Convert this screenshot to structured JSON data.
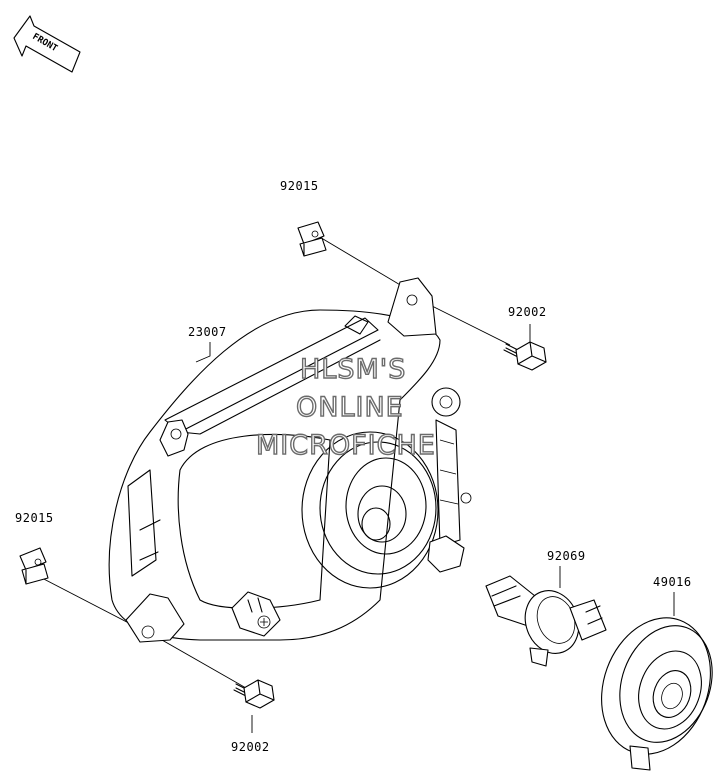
{
  "direction_marker": {
    "text": "FRONT",
    "icon": "front-arrow-icon"
  },
  "watermark": {
    "lines": [
      "HLSM'S",
      "ONLINE",
      "MICROFICHE"
    ],
    "color": "#6b6b6b"
  },
  "parts": {
    "clip_nut_upper": {
      "number": "92015"
    },
    "bolt_upper": {
      "number": "92002"
    },
    "headlight_housing": {
      "number": "23007"
    },
    "clip_nut_lower": {
      "number": "92015"
    },
    "bolt_lower": {
      "number": "92002"
    },
    "bulb": {
      "number": "92069"
    },
    "bulb_cover": {
      "number": "49016"
    }
  }
}
